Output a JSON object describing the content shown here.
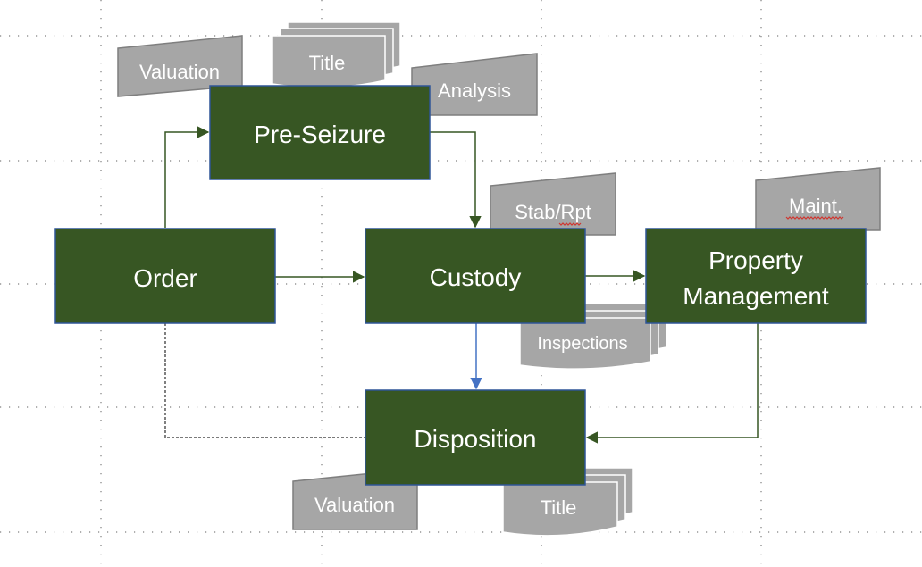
{
  "colors": {
    "process_fill": "#375623",
    "process_stroke": "#2f5597",
    "document_fill": "#a6a6a6",
    "document_stroke": "#7f7f7f",
    "connector": "#375623",
    "connector_blue": "#4472c4",
    "grid": "#7f7f7f"
  },
  "processes": {
    "pre_seizure": "Pre-Seizure",
    "order": "Order",
    "custody": "Custody",
    "property_management_line1": "Property",
    "property_management_line2": "Management",
    "disposition": "Disposition"
  },
  "documents": {
    "valuation_top": "Valuation",
    "title_top": "Title",
    "analysis": "Analysis",
    "stab_rpt": "Stab/Rpt",
    "maint": "Maint.",
    "inspections": "Inspections",
    "valuation_bottom": "Valuation",
    "title_bottom": "Title"
  }
}
